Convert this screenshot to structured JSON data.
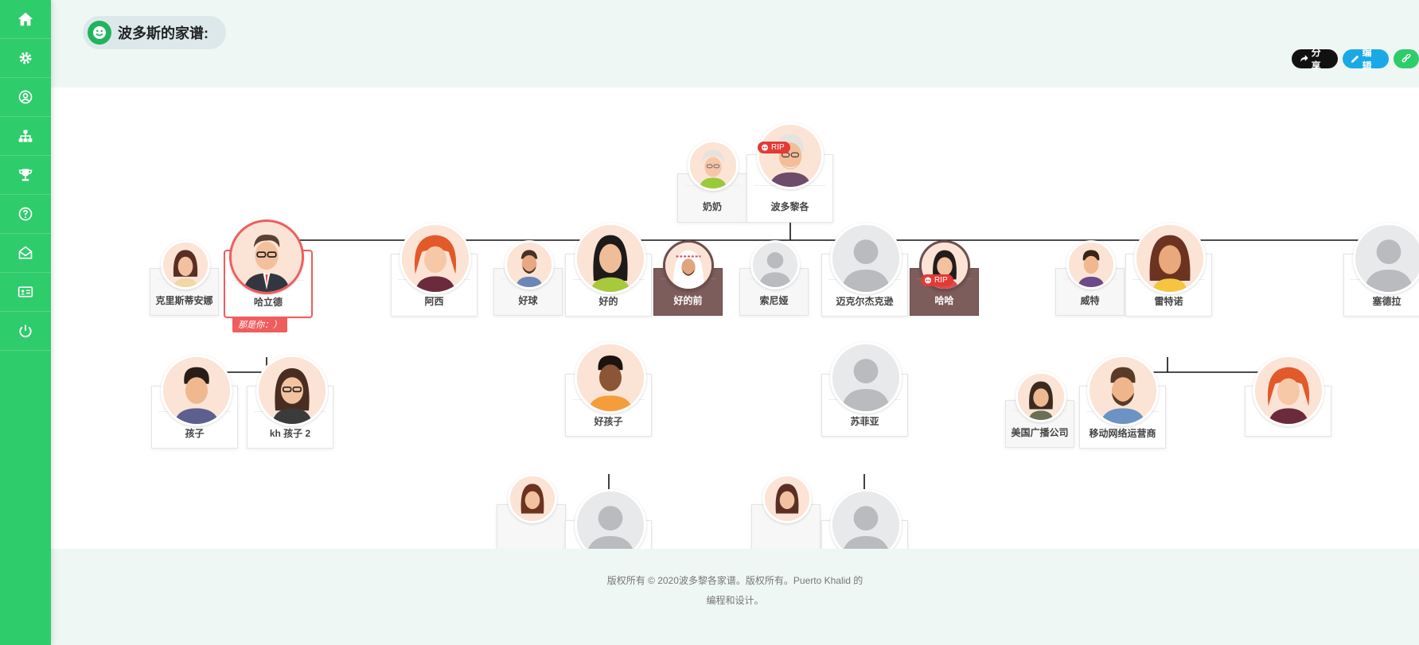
{
  "header": {
    "title": "波多斯的家谱:",
    "share_label": "分享",
    "edit_label": "编辑"
  },
  "sidebar": {
    "items": [
      {
        "icon": "home-icon"
      },
      {
        "icon": "gear-icon"
      },
      {
        "icon": "user-circle-icon"
      },
      {
        "icon": "sitemap-icon"
      },
      {
        "icon": "trophy-icon"
      },
      {
        "icon": "question-icon"
      },
      {
        "icon": "envelope-open-icon"
      },
      {
        "icon": "id-card-icon"
      },
      {
        "icon": "power-icon"
      }
    ]
  },
  "tree": {
    "grandma": "奶奶",
    "grandpa": "波多黎各",
    "rip_label": "RIP",
    "you_badge": "那是你：）",
    "gen2": {
      "christina": "克里斯蒂安娜",
      "harold": "哈立德",
      "axi": "阿西",
      "haoqiu": "好球",
      "haode": "好的",
      "haodeqian": "好的前",
      "sonia": "索尼娅",
      "michael": "迈克尔杰克逊",
      "haha": "哈哈",
      "wite": "威特",
      "leitenuo": "雷特诺",
      "saidela": "塞德拉"
    },
    "gen3": {
      "kid1": "孩子",
      "kid2": "kh 孩子 2",
      "goodkid": "好孩子",
      "sophia": "苏菲亚",
      "abc": "美国广播公司",
      "mobile": "移动网络运营商"
    }
  },
  "footer": {
    "line1": "版权所有 © 2020波多黎各家谱。版权所有。Puerto Khalid 的",
    "line2": "编程和设计。"
  },
  "colors": {
    "sidebar": "#2fcc6b",
    "accent_red": "#ef5d5d",
    "rip": "#e53935",
    "edit_button": "#1aa9e6",
    "dark_card": "#7d5c5c"
  }
}
